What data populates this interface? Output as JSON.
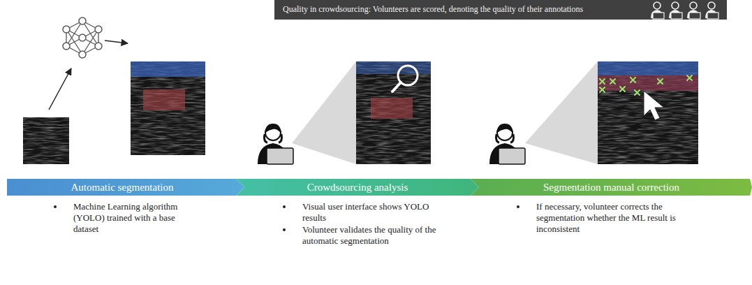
{
  "diagram": {
    "nodes": [
      {
        "text": [
          "Quality in crowdsourcing: Volunteers are scored, denoting the quality of their annotations"
        ]
      },
      {
        "text": [
          "Automatic segmentation"
        ]
      },
      {
        "text": [
          "Crowdsourcing analysis"
        ]
      },
      {
        "text": [
          "Segmentation manual correction"
        ]
      }
    ],
    "labels": [
      "Machine Learning algorithm (YOLO) trained with a base dataset",
      "Visual user interface shows YOLO results",
      "Volunteer validates the quality of the automatic segmentation",
      "If necessary, volunteer corrects the segmentation whether the ML result is inconsistent"
    ]
  }
}
